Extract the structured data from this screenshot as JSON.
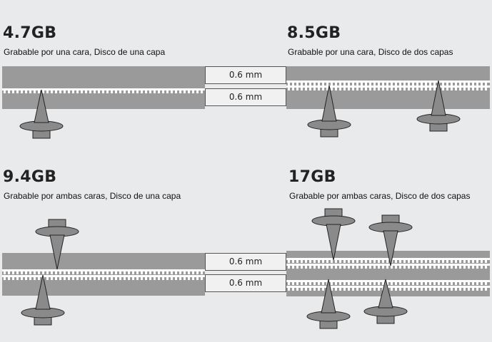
{
  "panels": {
    "top_left": {
      "capacity": "4.7GB",
      "caption": "Grabable por una cara, Disco de una capa"
    },
    "top_right": {
      "capacity": "8.5GB",
      "caption": "Grabable por una cara, Disco de dos capas"
    },
    "bottom_left": {
      "capacity": "9.4GB",
      "caption": "Grabable por ambas caras, Disco de una capa"
    },
    "bottom_right": {
      "capacity": "17GB",
      "caption": "Grabable por ambas caras, Disco de dos capas"
    }
  },
  "measures": {
    "top_1": "0.6 mm",
    "top_2": "0.6 mm",
    "bottom_1": "0.6 mm",
    "bottom_2": "0.6 mm"
  },
  "colors": {
    "disc": "#9a9a9a",
    "disc_edge": "#7c7c7c",
    "track": "#ffffff",
    "laser": "#8a8a8a",
    "laser_edge": "#222222",
    "background": "#e9eaec"
  }
}
